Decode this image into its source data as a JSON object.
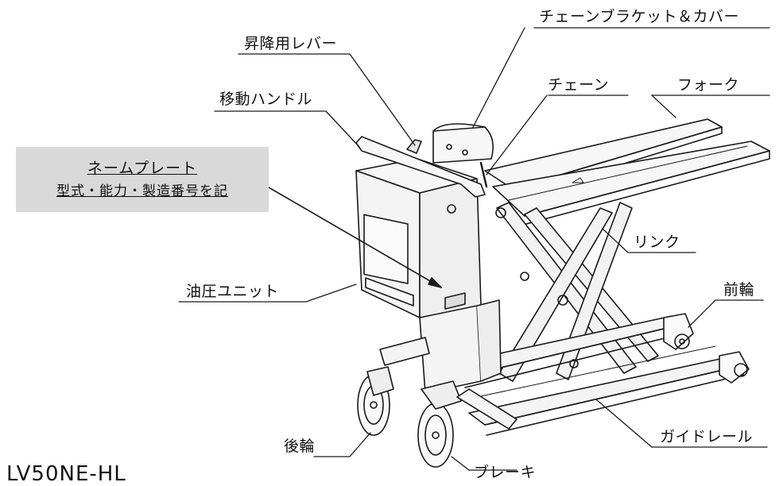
{
  "labels": {
    "lift_lever": "昇降用レバー",
    "chain_bracket_cover": "チェーンブラケット＆カバー",
    "move_handle": "移動ハンドル",
    "chain": "チェーン",
    "fork": "フォーク",
    "link": "リンク",
    "hydraulic_unit": "油圧ユニット",
    "front_wheel": "前輪",
    "rear_wheel": "後輪",
    "guide_rail": "ガイドレール",
    "brake": "ブレーキ"
  },
  "nameplate": {
    "title": "ネームプレート",
    "subtitle": "型式・能力・製造番号を記"
  },
  "model": "LV50NE-HL",
  "colors": {
    "line": "#1a1a1a",
    "nameplate_bg": "#d9d9d9",
    "machine_fill": "#f4f4f4"
  }
}
